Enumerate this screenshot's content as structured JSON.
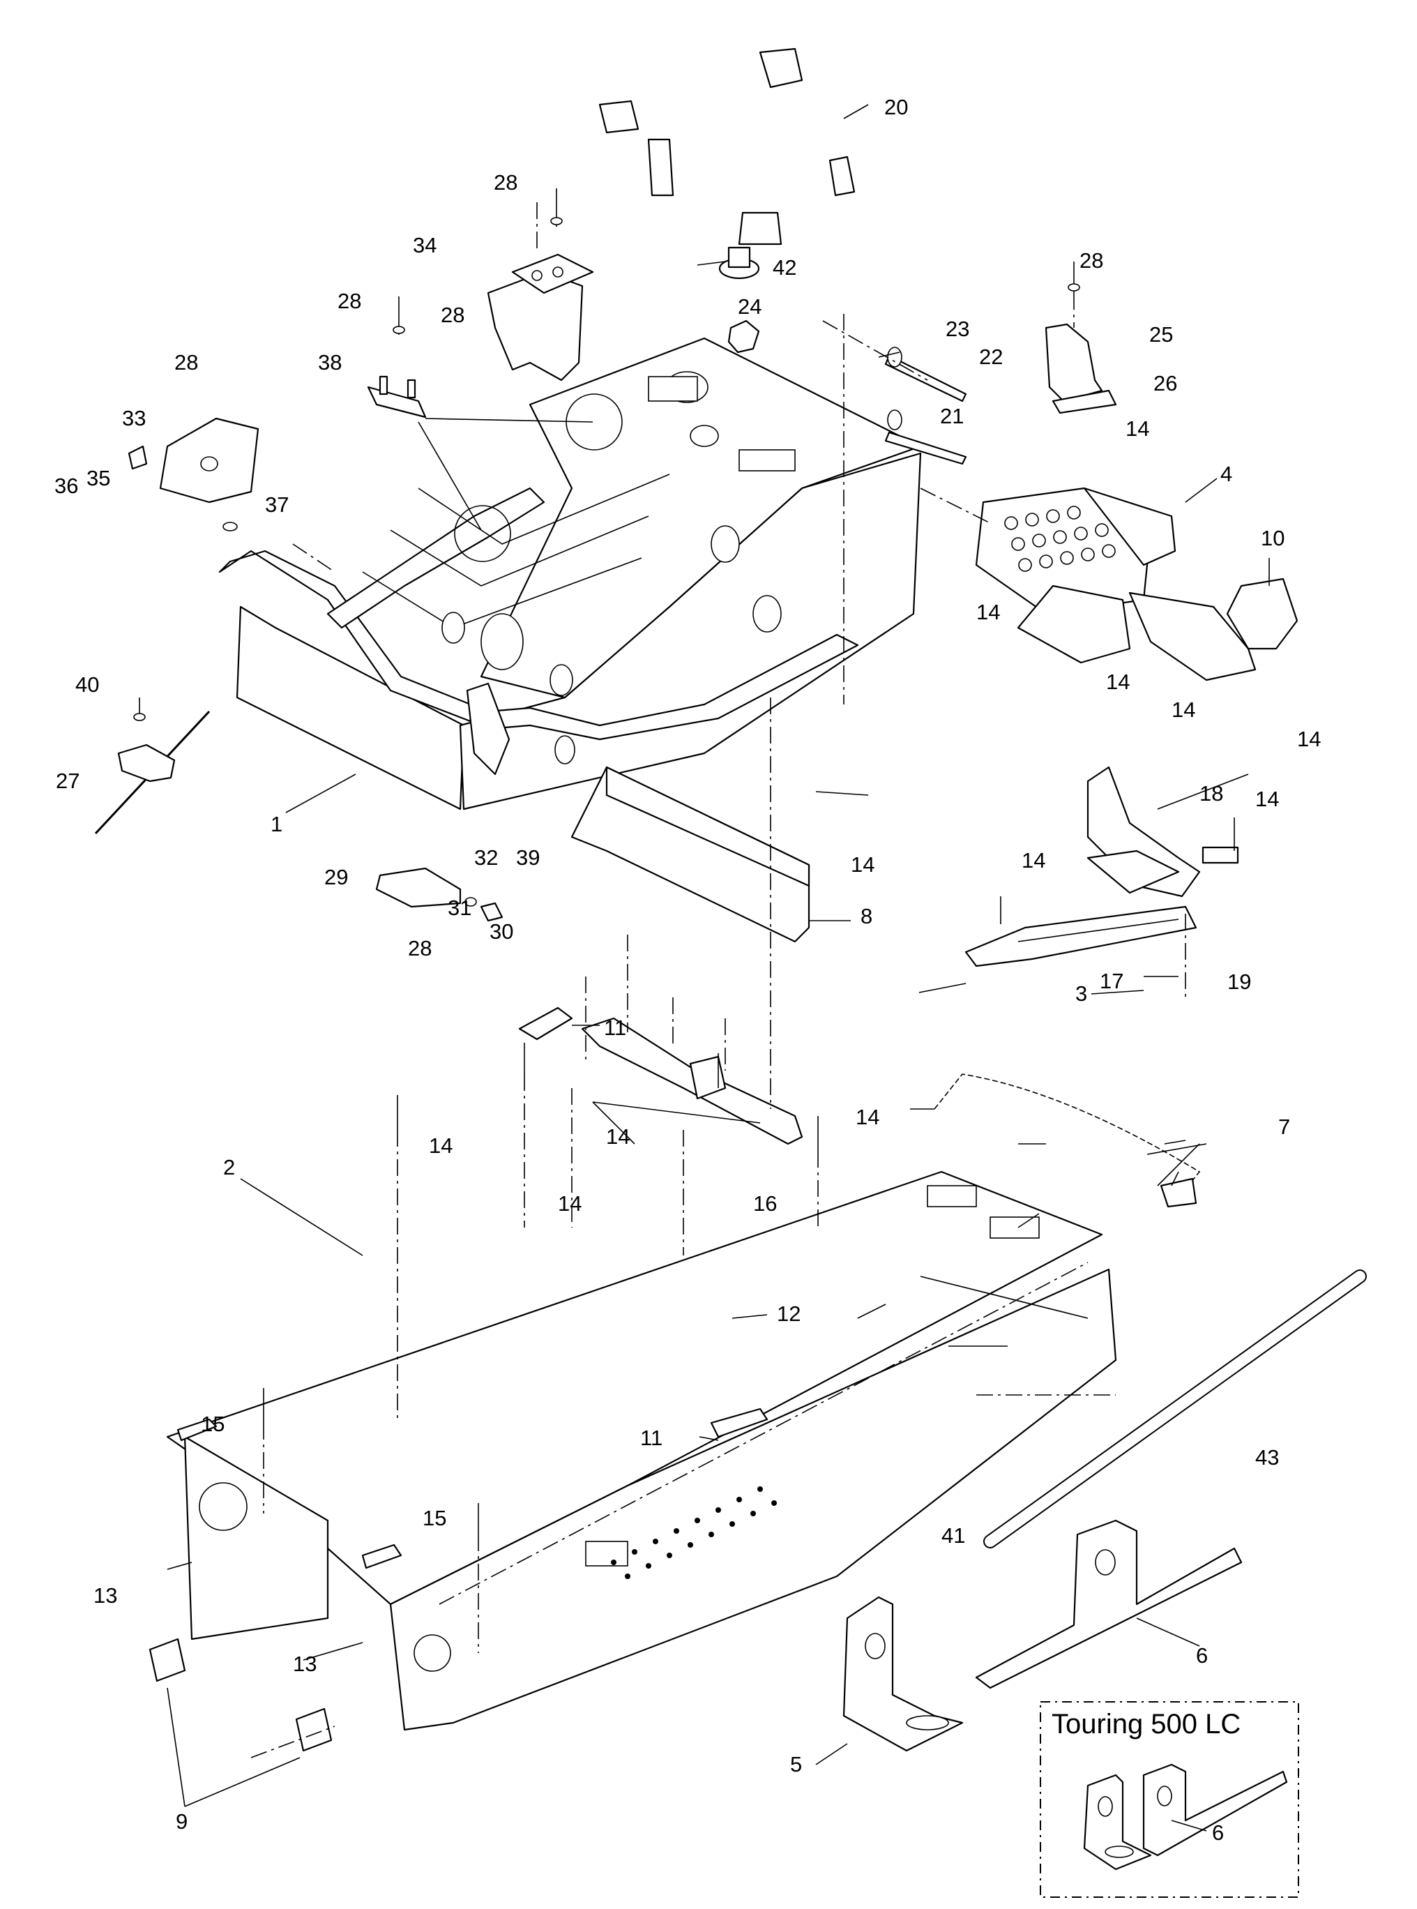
{
  "callouts": {
    "c1": "1",
    "c2": "2",
    "c3": "3",
    "c4": "4",
    "c5": "5",
    "c6": "6",
    "c6b": "6",
    "c7": "7",
    "c8": "8",
    "c9": "9",
    "c10": "10",
    "c11a": "11",
    "c11b": "11",
    "c12": "12",
    "c13a": "13",
    "c13b": "13",
    "c14a": "14",
    "c14b": "14",
    "c14c": "14",
    "c14d": "14",
    "c14e": "14",
    "c14f": "14",
    "c14g": "14",
    "c14h": "14",
    "c14i": "14",
    "c14j": "14",
    "c14k": "14",
    "c14l": "14",
    "c15a": "15",
    "c15b": "15",
    "c16": "16",
    "c17": "17",
    "c18": "18",
    "c19": "19",
    "c20": "20",
    "c21": "21",
    "c22": "22",
    "c23": "23",
    "c24": "24",
    "c25": "25",
    "c26": "26",
    "c27": "27",
    "c28a": "28",
    "c28b": "28",
    "c28c": "28",
    "c28d": "28",
    "c28e": "28",
    "c28f": "28",
    "c29": "29",
    "c30": "30",
    "c31": "31",
    "c32": "32",
    "c33": "33",
    "c34": "34",
    "c35": "35",
    "c36": "36",
    "c37": "37",
    "c38": "38",
    "c39": "39",
    "c40": "40",
    "c41": "41",
    "c42": "42",
    "c43": "43"
  },
  "inset": {
    "title": "Touring 500 LC"
  }
}
